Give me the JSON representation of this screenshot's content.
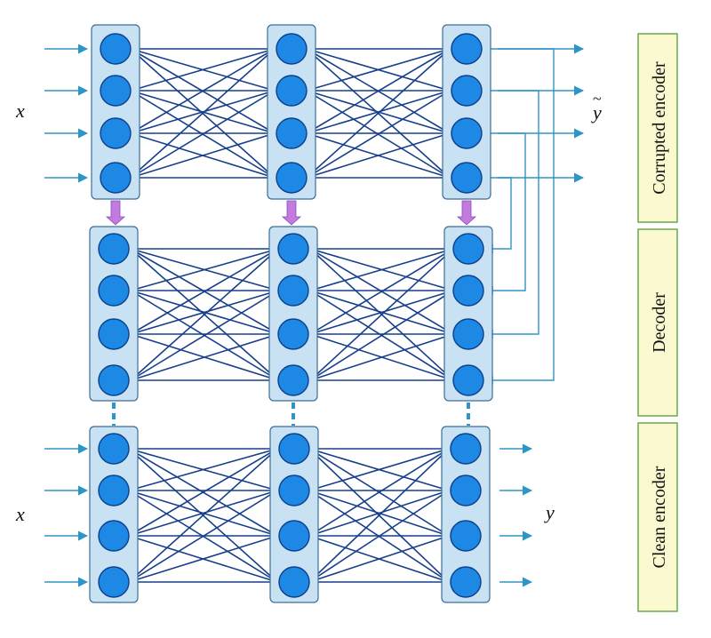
{
  "labels": {
    "corrupted_encoder": "Corrupted encoder",
    "decoder": "Decoder",
    "clean_encoder": "Clean encoder",
    "input_top": "x",
    "input_bottom": "x",
    "output_noisy": "y",
    "output_noisy_mark": "~",
    "output_clean": "y"
  },
  "colors": {
    "node_fill": "#1e88e5",
    "node_stroke": "#0d3f8c",
    "layer_fill": "#c9e2f3",
    "layer_stroke": "#3d6e96",
    "edge": "#173f8a",
    "io_arrow": "#2f95c6",
    "transfer_arrow": "#c27ae0",
    "label_box_fill": "#fbf9d0",
    "label_box_stroke": "#6aa84f",
    "dashed_link": "#2f95c6"
  }
}
